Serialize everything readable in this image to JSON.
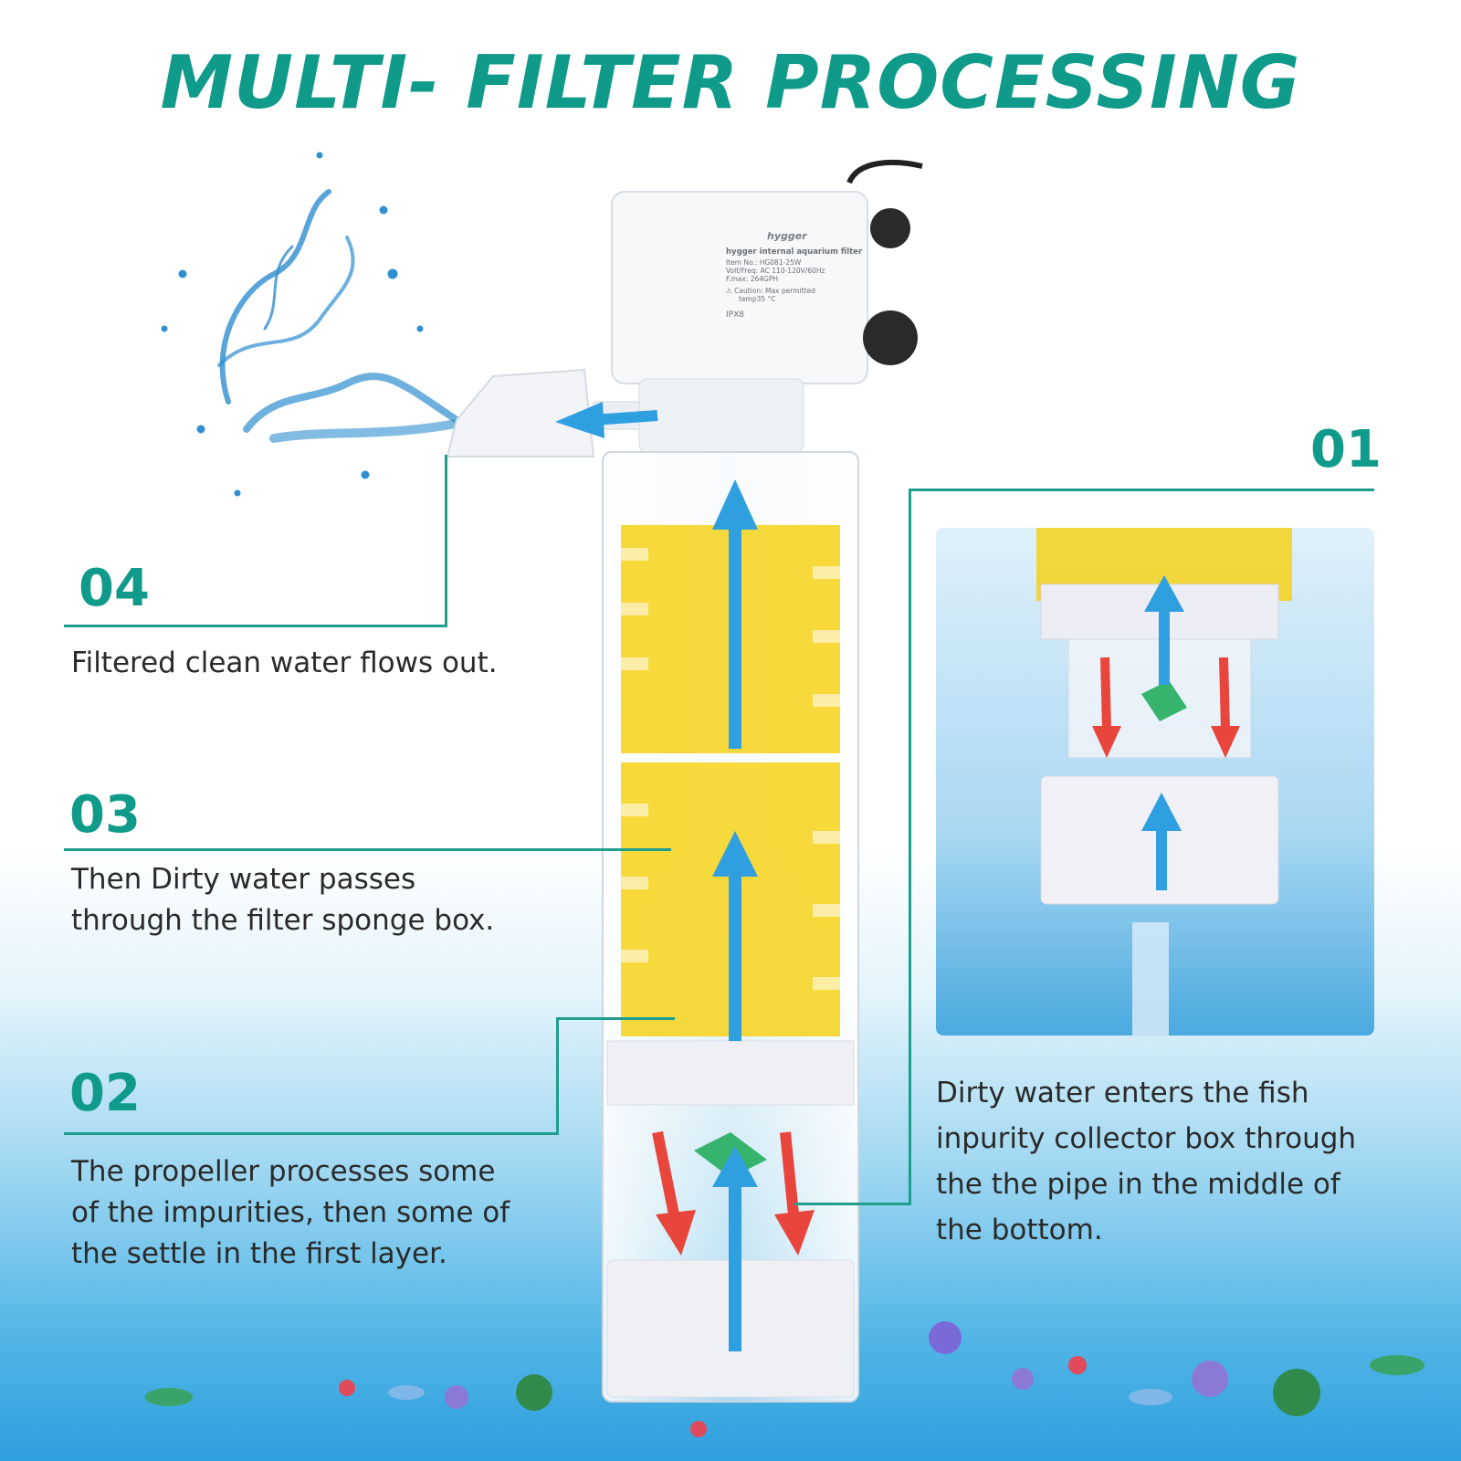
{
  "title": "MULTI- FILTER PROCESSING",
  "steps": [
    {
      "number": "04",
      "text": "Filtered clean water flows out."
    },
    {
      "number": "03",
      "text": "Then Dirty water passes\nthrough the filter sponge box."
    },
    {
      "number": "02",
      "text": "The propeller processes some\nof the impurities, then some of\nthe settle in the first layer."
    },
    {
      "number": "01",
      "text": "Dirty water enters the fish\ninpurity collector box through\nthe the pipe in the middle of\nthe bottom."
    }
  ],
  "device": {
    "brand": "hygger",
    "name": "hygger internal aquarium filter",
    "item_no": "Item No.: HG081-25W",
    "volt_freq": "Volt/Freq: AC 110-120V/60Hz",
    "fmax": "F.max: 264GPH",
    "caution": "Caution: Max permitted",
    "temp": "temp35 °C",
    "ip_rating": "IPX8"
  },
  "colors": {
    "accent": "#0f9a8a",
    "flow_up": "#2f9fe0",
    "flow_down": "#e8453c",
    "sponge": "#f6d21a"
  }
}
